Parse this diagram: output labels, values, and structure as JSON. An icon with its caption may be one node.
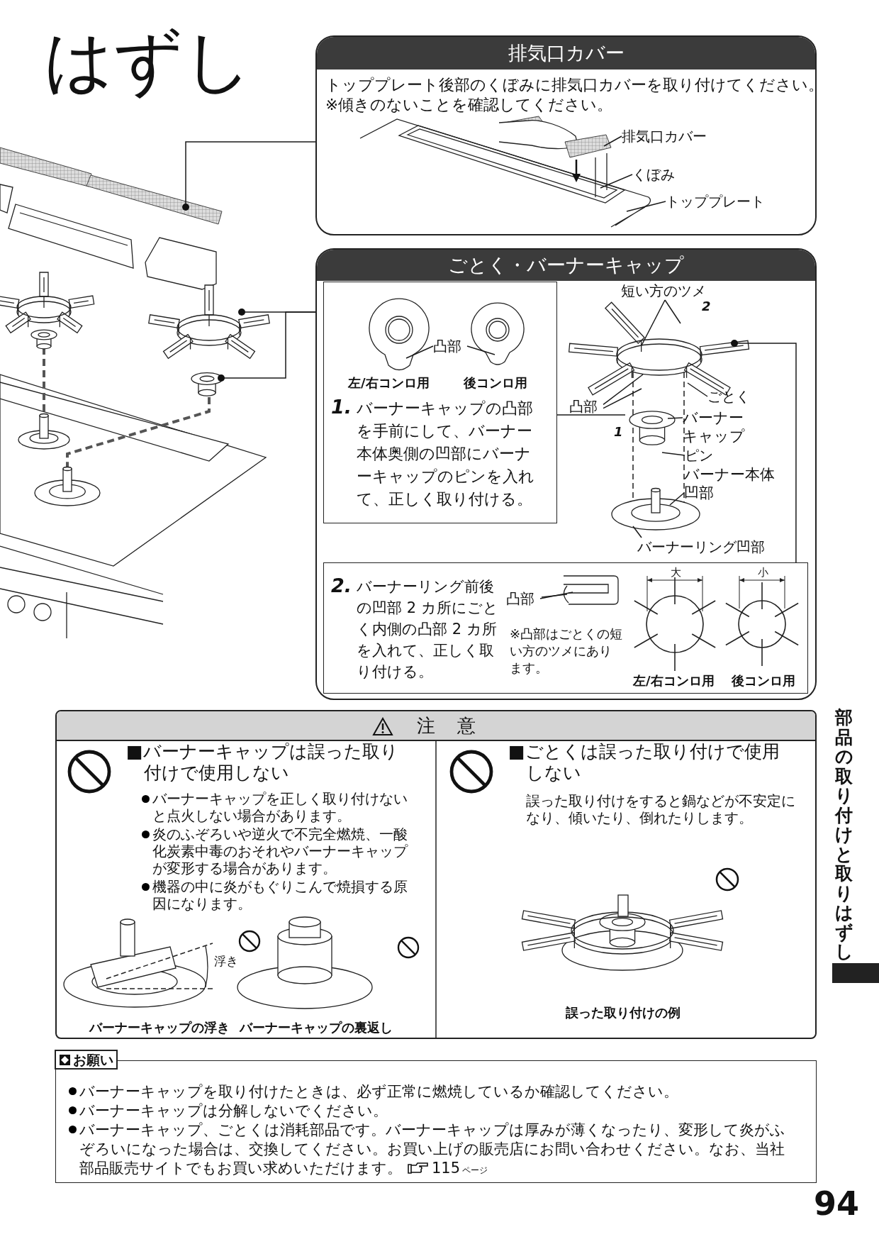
{
  "diagram": {
    "title": "はずし",
    "nodes": [
      {
        "text": [
          "排気口カバー",
          "トッププレート後部のくぼみに排気口カバーを取り付けてください。",
          "※傾きのないことを確認してください。"
        ]
      },
      {
        "text": [
          "排気口カバー"
        ],
        "in": 0
      },
      {
        "text": [
          "くぼみ"
        ],
        "in": 0
      },
      {
        "text": [
          "トッププレート"
        ],
        "in": 0
      },
      {
        "text": [
          "ごとく・バーナーキャップ",
          "2",
          "1"
        ]
      },
      {
        "text": [
          "左/右コンロ用",
          "後コンロ用",
          "1.",
          "バーナーキャップの凸部を手前にして、バーナー本体奥側の凹部にバーナーキャップのピンを入れて、正しく取り付ける。"
        ],
        "in": 4
      },
      {
        "text": [
          "凸部"
        ],
        "in": 5
      },
      {
        "text": [
          "短い方のツメ"
        ],
        "in": 4
      },
      {
        "text": [
          "凸部"
        ],
        "in": 4
      },
      {
        "text": [
          "ごとく"
        ],
        "in": 4
      },
      {
        "text": [
          "バーナーキャップ"
        ],
        "in": 4
      },
      {
        "text": [
          "ピン"
        ],
        "in": 4
      },
      {
        "text": [
          "バーナー本体凹部"
        ],
        "in": 4
      },
      {
        "text": [
          "バーナーリング凹部"
        ],
        "in": 4
      },
      {
        "text": [
          "2.",
          "バーナーリング前後の凹部 2 カ所にごとく内側の凸部 2 カ所を入れて、正しく取り付ける。",
          "※凸部はごとくの短い方のツメにあります。",
          "大",
          "小",
          "左/右コンロ用",
          "後コンロ用"
        ],
        "in": 4
      },
      {
        "text": [
          "凸部"
        ],
        "in": 14
      },
      {
        "text": [
          "注意",
          "■バーナーキャップは誤った取り付けで使用しない",
          "バーナーキャップを正しく取り付けないと点火しない場合があります。",
          "炎のふぞろいや逆火で不完全燃焼、一酸化炭素中毒のおそれやバーナーキャップが変形する場合があります。",
          "機器の中に炎がもぐりこんで焼損する原因になります。",
          "浮き",
          "バーナーキャップの浮き",
          "バーナーキャップの裏返し",
          "■ごとくは誤った取り付けで使用しない",
          "誤った取り付けをすると鍋などが不安定になり、傾いたり、倒れたりします。",
          "誤った取り付けの例"
        ]
      },
      {
        "text": [
          "お願い",
          "バーナーキャップを取り付けたときは、必ず正常に燃焼しているか確認してください。",
          "バーナーキャップは分解しないでください。",
          "バーナーキャップ、ごとくは消耗部品です。バーナーキャップは厚みが薄くなったり、変形して炎がふぞろいになった場合は、交換してください。お買い上げの販売店にお問い合わせください。なお、当社部品販売サイトでもお買い求めいただけます。",
          "115",
          "ページ"
        ]
      }
    ],
    "edges": [
      {
        "from": 0,
        "to": null,
        "arrow": "other"
      },
      {
        "from": 1,
        "to": null,
        "arrow": "none"
      },
      {
        "from": 2,
        "to": null,
        "arrow": "none"
      },
      {
        "from": 3,
        "to": null,
        "arrow": "none"
      },
      {
        "from": 4,
        "to": null,
        "arrow": "other"
      },
      {
        "from": 4,
        "to": null,
        "arrow": "other"
      },
      {
        "from": 6,
        "to": null,
        "arrow": "none"
      },
      {
        "from": 6,
        "to": null,
        "arrow": "none"
      },
      {
        "from": 7,
        "to": null,
        "arrow": "none"
      },
      {
        "from": 7,
        "to": null,
        "arrow": "none"
      },
      {
        "from": 8,
        "to": null,
        "arrow": "none"
      },
      {
        "from": 8,
        "to": null,
        "arrow": "none"
      },
      {
        "from": 9,
        "to": null,
        "arrow": "none"
      },
      {
        "from": 10,
        "to": null,
        "arrow": "none"
      },
      {
        "from": 11,
        "to": null,
        "arrow": "none"
      },
      {
        "from": 12,
        "to": null,
        "arrow": "none"
      },
      {
        "from": 13,
        "to": null,
        "arrow": "none"
      },
      {
        "from": 5,
        "to": null,
        "arrow": "none"
      },
      {
        "from": 14,
        "to": null,
        "arrow": "other"
      },
      {
        "from": 15,
        "to": null,
        "arrow": "none"
      }
    ],
    "labels": [
      "部品の取り付けと取りはずし",
      "94"
    ]
  }
}
